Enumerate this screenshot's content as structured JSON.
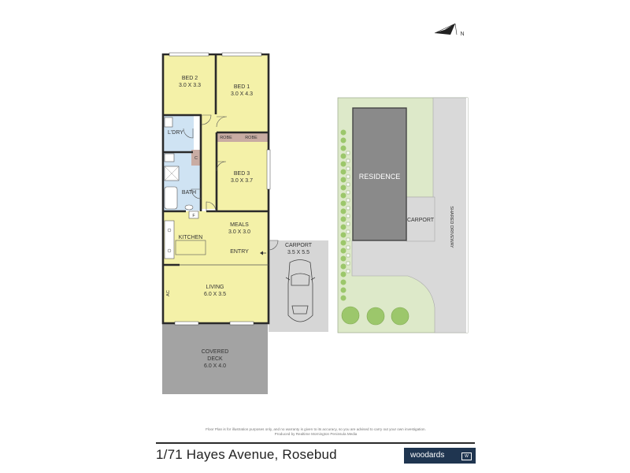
{
  "compass": {
    "label": "N",
    "icon": "north-arrow-icon"
  },
  "rooms": {
    "bed2": {
      "name": "BED 2",
      "size": "3.0 X 3.3"
    },
    "bed1": {
      "name": "BED 1",
      "size": "3.0 X 4.3"
    },
    "bed3": {
      "name": "BED 3",
      "size": "3.0 X 3.7"
    },
    "ldry": {
      "name": "L'DRY"
    },
    "bath": {
      "name": "BATH"
    },
    "robe_left": {
      "name": "ROBE"
    },
    "robe_right": {
      "name": "ROBE"
    },
    "cupboard": {
      "name": "C"
    },
    "fridge": {
      "name": "F"
    },
    "kitchen": {
      "name": "KITCHEN"
    },
    "meals": {
      "name": "MEALS",
      "size": "3.0 X 3.0"
    },
    "entry": {
      "name": "ENTRY"
    },
    "living": {
      "name": "LIVING",
      "size": "6.0 X 3.5"
    },
    "ac": {
      "name": "AC"
    },
    "carport": {
      "name": "CARPORT",
      "size": "3.5 X 5.5"
    },
    "deck": {
      "name": "COVERED",
      "name2": "DECK",
      "size": "6.0 X 4.0"
    }
  },
  "site": {
    "residence": "RESIDENCE",
    "carport": "CARPORT",
    "driveway": "SHARED DRIVEWAY"
  },
  "colors": {
    "room_fill": "#f4f1a8",
    "wet_fill": "#cfe3f3",
    "robe_fill": "#c9aca3",
    "deck_fill": "#a3a3a3",
    "carport_fill": "#d6d6d6",
    "residence_fill": "#8a8a8a",
    "lawn_fill": "#dde9c9",
    "brand": "#1f3550"
  },
  "footer": {
    "disclaimer_line1": "Floor Plan is for illustration purposes only, and no warranty is given to its accuracy, so you are advised to carry out your own investigation.",
    "disclaimer_line2": "Produced by Realtime Mornington Peninsula Media",
    "address": "1/71 Hayes Avenue, Rosebud",
    "brand": "woodards",
    "brand_mark": "W"
  }
}
